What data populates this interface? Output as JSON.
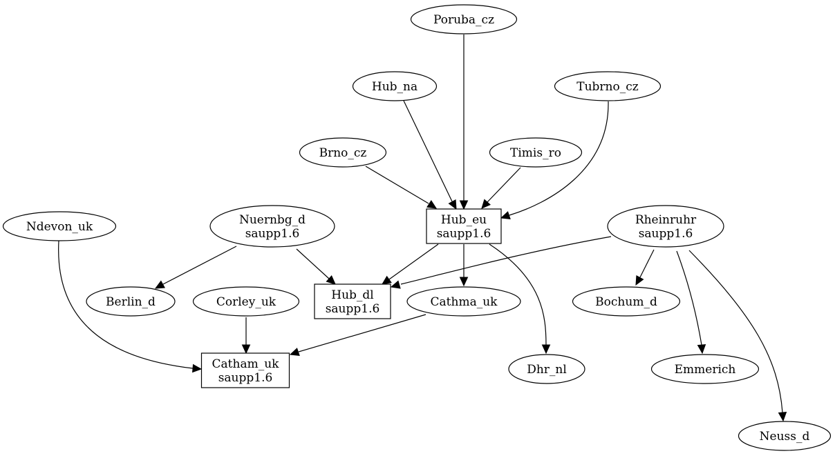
{
  "nodes": [
    {
      "id": "poruba",
      "lines": [
        "Poruba_cz"
      ],
      "shape": "ellipse"
    },
    {
      "id": "hub_na",
      "lines": [
        "Hub_na"
      ],
      "shape": "ellipse"
    },
    {
      "id": "tubrno",
      "lines": [
        "Tubrno_cz"
      ],
      "shape": "ellipse"
    },
    {
      "id": "brno",
      "lines": [
        "Brno_cz"
      ],
      "shape": "ellipse"
    },
    {
      "id": "timis",
      "lines": [
        "Timis_ro"
      ],
      "shape": "ellipse"
    },
    {
      "id": "hub_eu",
      "lines": [
        "Hub_eu",
        "saupp1.6"
      ],
      "shape": "box"
    },
    {
      "id": "ndevon",
      "lines": [
        "Ndevon_uk"
      ],
      "shape": "ellipse"
    },
    {
      "id": "nuernbg",
      "lines": [
        "Nuernbg_d",
        "saupp1.6"
      ],
      "shape": "ellipse"
    },
    {
      "id": "rheinruhr",
      "lines": [
        "Rheinruhr",
        "saupp1.6"
      ],
      "shape": "ellipse"
    },
    {
      "id": "berlin",
      "lines": [
        "Berlin_d"
      ],
      "shape": "ellipse"
    },
    {
      "id": "corley",
      "lines": [
        "Corley_uk"
      ],
      "shape": "ellipse"
    },
    {
      "id": "hub_dl",
      "lines": [
        "Hub_dl",
        "saupp1.6"
      ],
      "shape": "box"
    },
    {
      "id": "cathma",
      "lines": [
        "Cathma_uk"
      ],
      "shape": "ellipse"
    },
    {
      "id": "bochum",
      "lines": [
        "Bochum_d"
      ],
      "shape": "ellipse"
    },
    {
      "id": "catham",
      "lines": [
        "Catham_uk",
        "saupp1.6"
      ],
      "shape": "box"
    },
    {
      "id": "dhr",
      "lines": [
        "Dhr_nl"
      ],
      "shape": "ellipse"
    },
    {
      "id": "emmerich",
      "lines": [
        "Emmerich"
      ],
      "shape": "ellipse"
    },
    {
      "id": "neuss",
      "lines": [
        "Neuss_d"
      ],
      "shape": "ellipse"
    }
  ],
  "edges": [
    {
      "from": "poruba",
      "to": "hub_eu"
    },
    {
      "from": "hub_na",
      "to": "hub_eu"
    },
    {
      "from": "tubrno",
      "to": "hub_eu"
    },
    {
      "from": "brno",
      "to": "hub_eu"
    },
    {
      "from": "timis",
      "to": "hub_eu"
    },
    {
      "from": "ndevon",
      "to": "catham"
    },
    {
      "from": "nuernbg",
      "to": "berlin"
    },
    {
      "from": "nuernbg",
      "to": "hub_dl"
    },
    {
      "from": "hub_eu",
      "to": "hub_dl"
    },
    {
      "from": "hub_eu",
      "to": "cathma"
    },
    {
      "from": "hub_eu",
      "to": "dhr"
    },
    {
      "from": "rheinruhr",
      "to": "hub_dl"
    },
    {
      "from": "rheinruhr",
      "to": "bochum"
    },
    {
      "from": "rheinruhr",
      "to": "emmerich"
    },
    {
      "from": "rheinruhr",
      "to": "neuss"
    },
    {
      "from": "corley",
      "to": "catham"
    },
    {
      "from": "cathma",
      "to": "catham"
    }
  ]
}
